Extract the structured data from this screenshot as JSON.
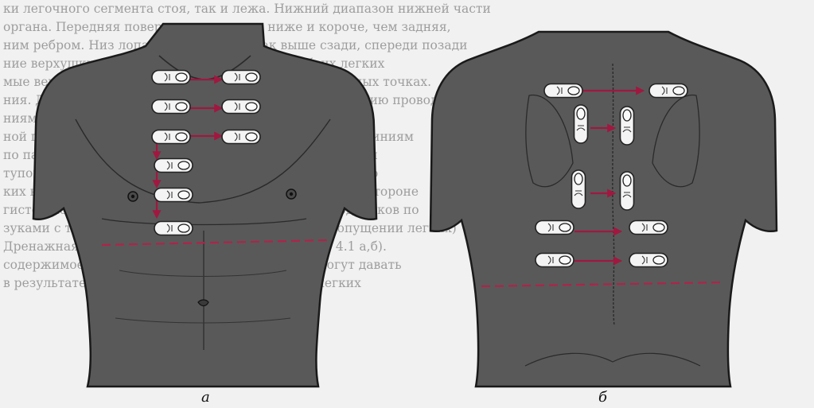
{
  "colors": {
    "body_fill": "#595959",
    "body_outline": "#1a1a1a",
    "arrow": "#a01840",
    "boundary_line": "#b0234a",
    "finger": "#f4f4f4",
    "background_text": "#5a5a5a"
  },
  "background_text_lines": [
    "ки легочного сегмента стоя, так и лежа. Нижний диапазон нижней части",
    "органа. Передняя поверхность немного ниже и короче, чем задняя,",
    "ним ребром. Низ лопатки верхушкой, так выше сзади, спереди позади",
    "ние верхушки. Более коротко сухого звука в обоих легких",
    "мые вертикальные линии позвоночника в симметричных точках.",
    "ния. Для определения нижней границы легких перкуссию проводят",
    "ниями последовательно: по парастернальной, средне-",
    "ной подмышечной, задней подмышечной, лопаточной линиям",
    "по паравертебральной линии и лопаточной, при которой",
    "тупой звук определяется границей нижней доли легкого",
    "ких на уровне остистого отростка по Тонду. На задней стороне",
    "гистов можно не обнаружить сзади. Нижний край одинаков по",
    "зуками с тупым звуком (при наличии эмфиземы и опущении легких)",
    "Дренажная функция легких и ее нарушения (рис. 4.1 а,б).",
    "содержимое бронхов или плевральной полости могут давать",
    "в результате чего изменяется нижняя граница легких"
  ],
  "captions": {
    "a": "а",
    "b": "б"
  },
  "icons": {
    "finger": "pleximeter-finger-icon",
    "arrow": "percussion-direction-arrow"
  }
}
